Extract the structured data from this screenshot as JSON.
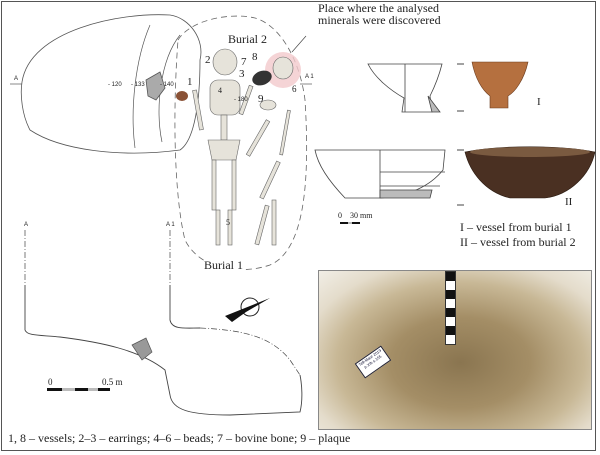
{
  "figure": {
    "annotation_minerals": [
      "Place where the analysed",
      "minerals were discovered"
    ],
    "burial_labels": {
      "burial_1": "Burial 1",
      "burial_2": "Burial 2"
    },
    "section_markers": {
      "a": "A",
      "a1": "A 1"
    },
    "elevations": [
      "- 120",
      "- 133",
      "- 140",
      "- 180"
    ],
    "find_numbers": [
      "1",
      "2",
      "3",
      "4",
      "5",
      "6",
      "7",
      "8",
      "9"
    ],
    "scale_plan": {
      "start": "0",
      "end": "0.5 m"
    },
    "scale_vessel": {
      "start": "0",
      "end": "30 mm"
    },
    "vessel_labels": {
      "one": "I",
      "two": "II"
    },
    "vessel_legend": [
      "I – vessel from burial 1",
      "II – vessel from burial 2"
    ],
    "photo_label": "Tell-Maur 2019 p.XIb s.155",
    "caption": "1, 8 – vessels; 2–3 – earrings; 4–6 – beads; 7 – bovine bone; 9 – plaque",
    "colors": {
      "highlight": "#f2c9cc",
      "vessel_clay": "#b5703f",
      "line": "#444444"
    }
  }
}
